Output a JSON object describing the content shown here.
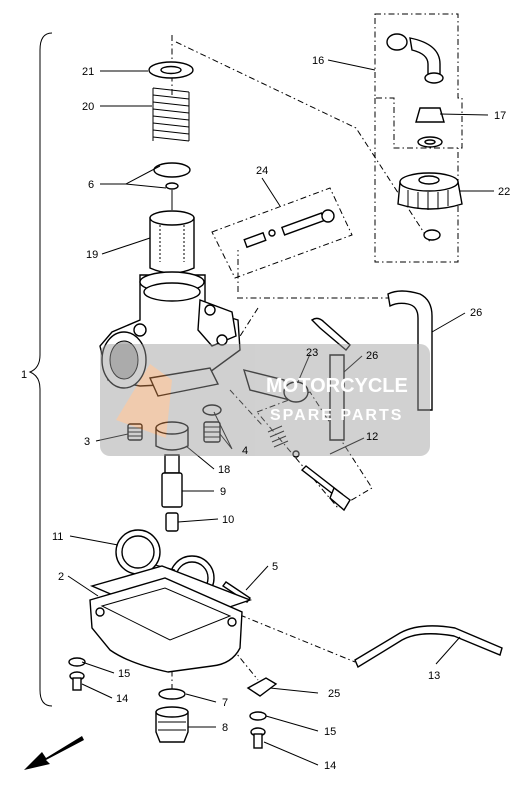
{
  "watermark": {
    "line1": "MOTORCYCLE",
    "line2": "SPARE PARTS"
  },
  "callouts": [
    "1",
    "2",
    "3",
    "4",
    "5",
    "6",
    "7",
    "8",
    "9",
    "10",
    "11",
    "12",
    "13",
    "14",
    "14",
    "15",
    "15",
    "16",
    "17",
    "18",
    "19",
    "20",
    "21",
    "22",
    "23",
    "24",
    "25",
    "26",
    "26"
  ]
}
